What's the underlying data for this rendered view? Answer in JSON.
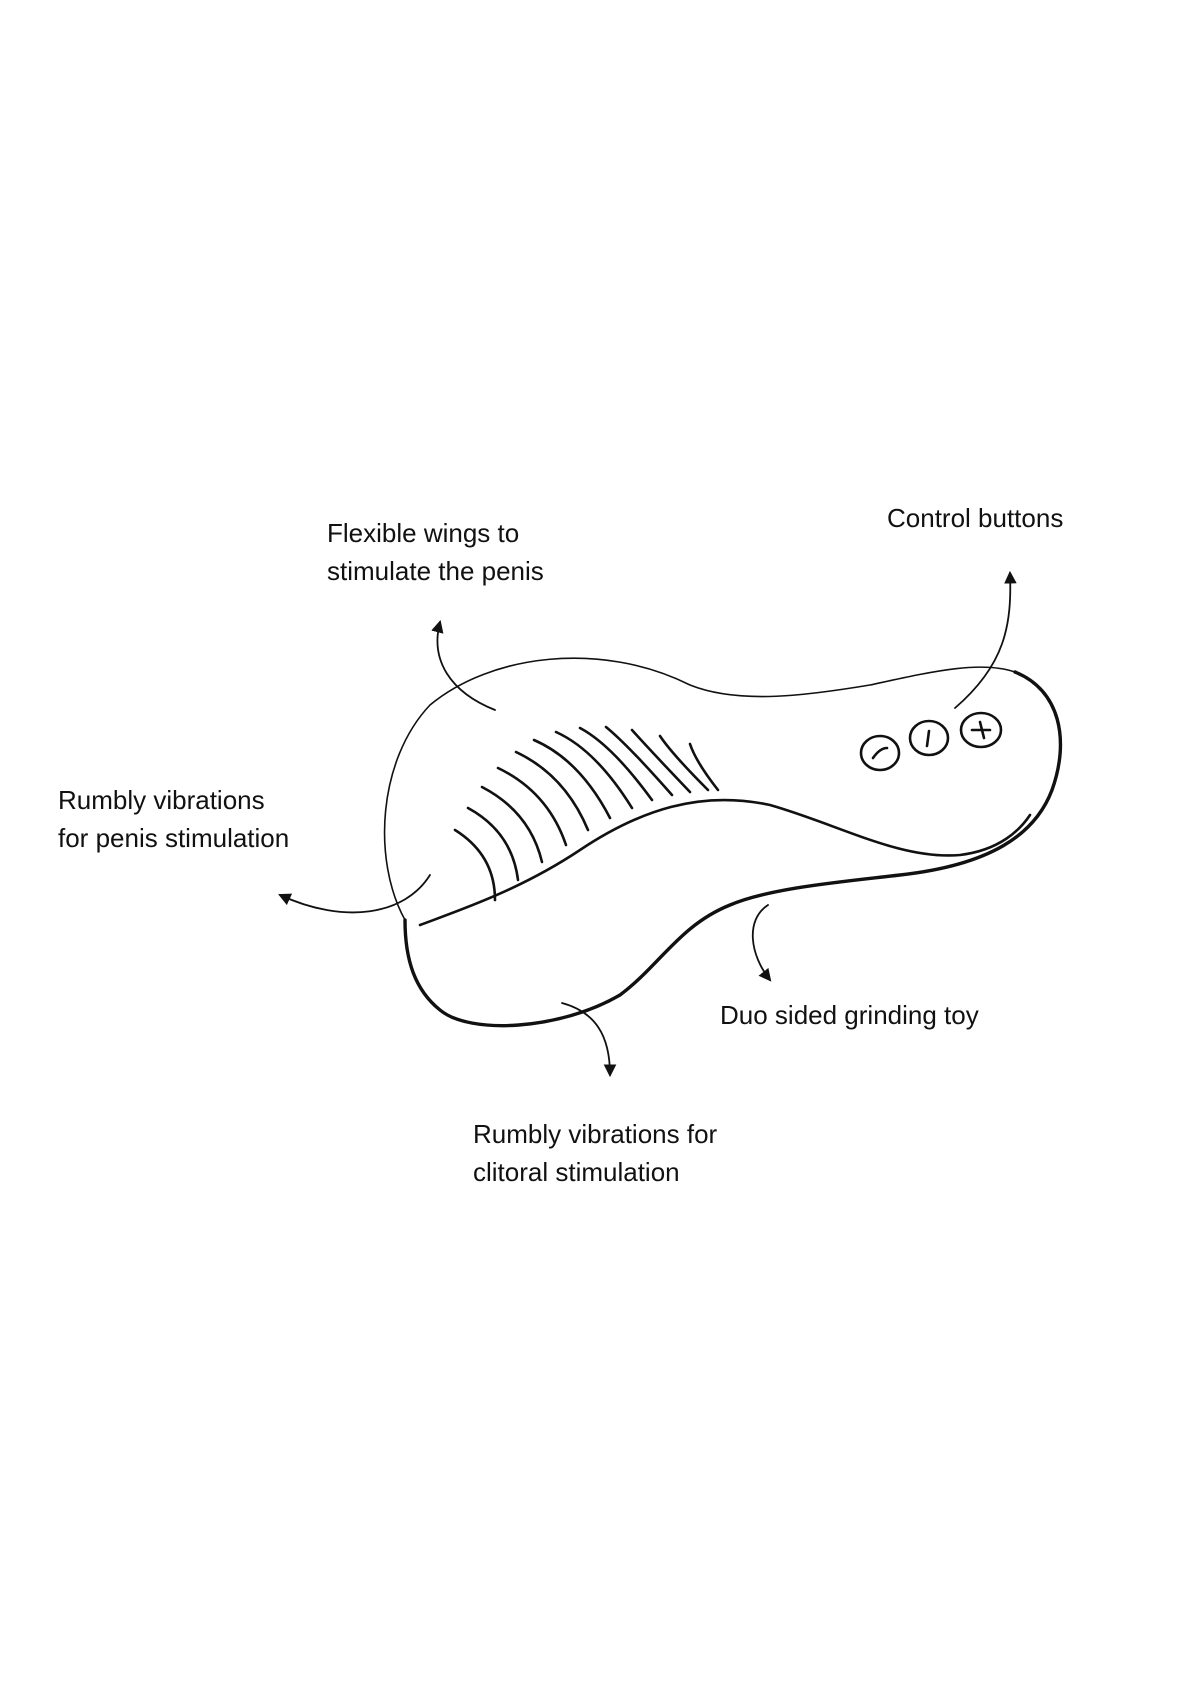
{
  "labels": {
    "wings": [
      "Flexible wings to",
      "stimulate the penis"
    ],
    "controls": [
      "Control buttons"
    ],
    "penis": [
      "Rumbly vibrations",
      "for penis stimulation"
    ],
    "grinding": [
      "Duo sided grinding toy"
    ],
    "clitoral": [
      "Rumbly vibrations for",
      "clitoral stimulation"
    ]
  },
  "colors": {
    "line": "#111111",
    "background": "#ffffff"
  },
  "icons": [
    "arrow-icon",
    "control-button-icon"
  ]
}
